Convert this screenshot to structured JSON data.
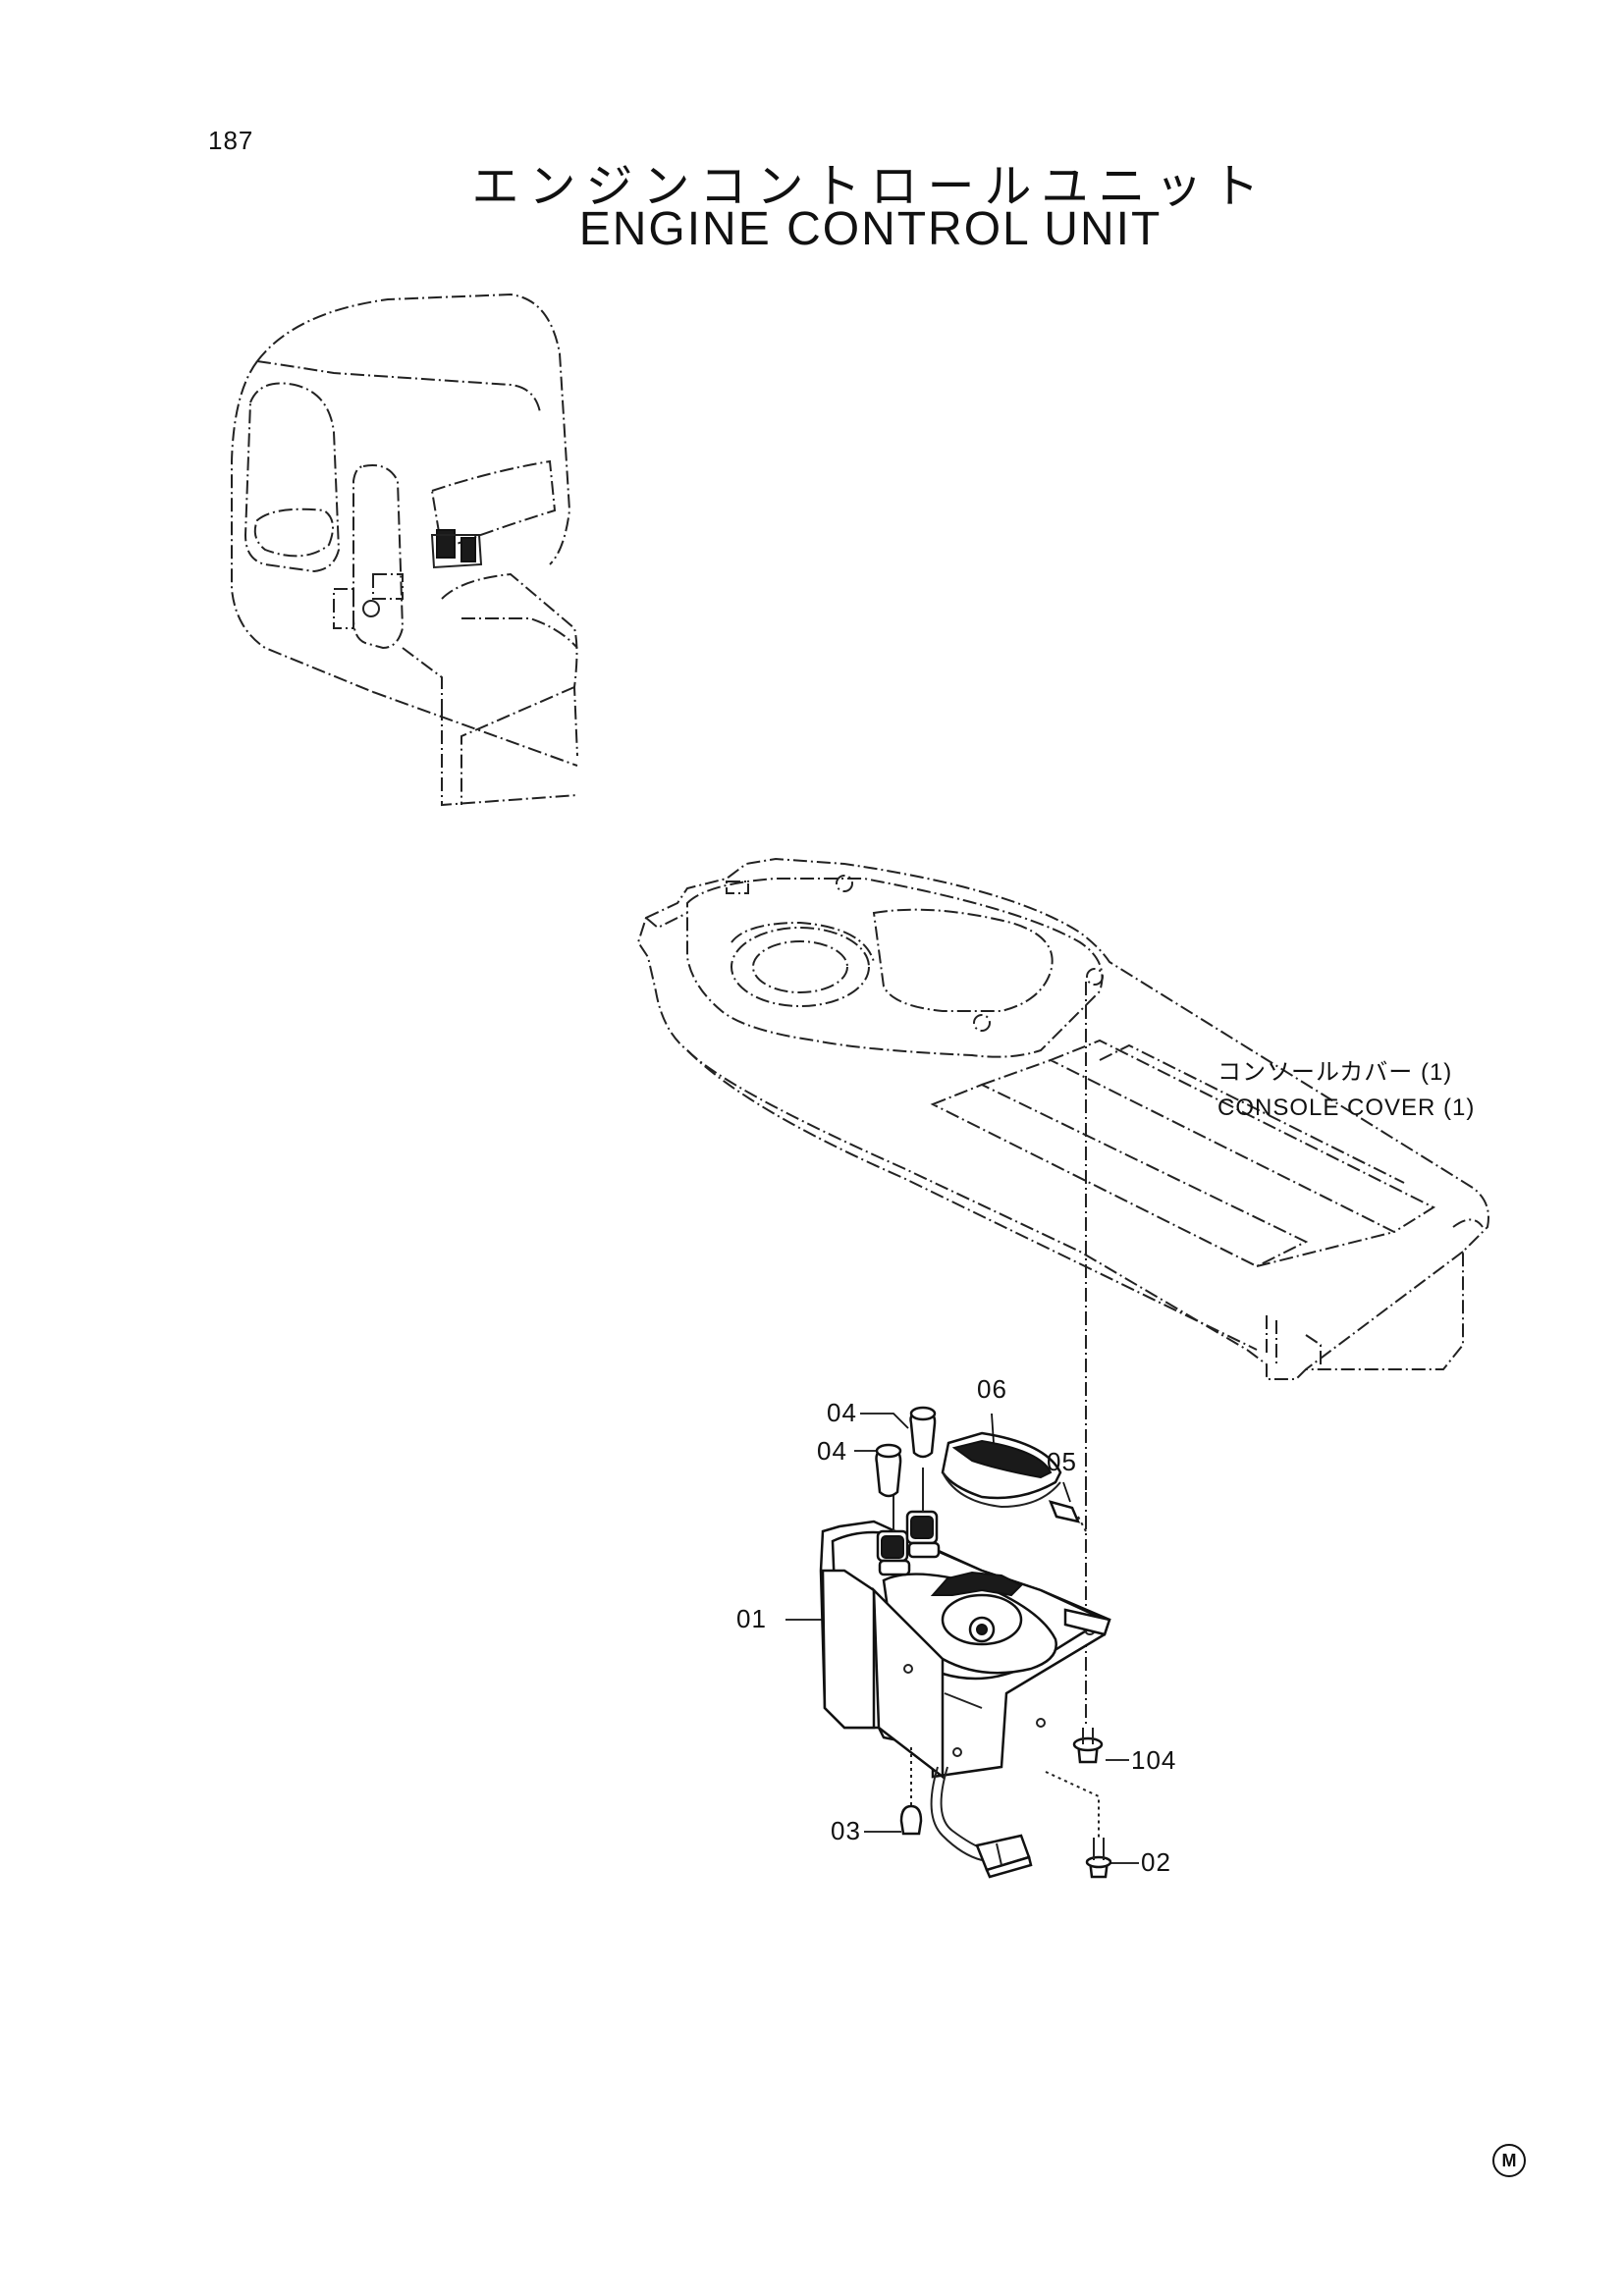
{
  "page": {
    "number": "187",
    "title_jp": "エンジンコントロールユニット",
    "title_en": "ENGINE CONTROL UNIT"
  },
  "console_cover": {
    "label_jp": "コンソールカバー (1)",
    "label_en": "CONSOLE COVER (1)"
  },
  "parts": {
    "p04a": "04",
    "p04b": "04",
    "p06": "06",
    "p05": "05",
    "p01": "01",
    "p104": "104",
    "p03": "03",
    "p02": "02"
  },
  "mark": "M"
}
